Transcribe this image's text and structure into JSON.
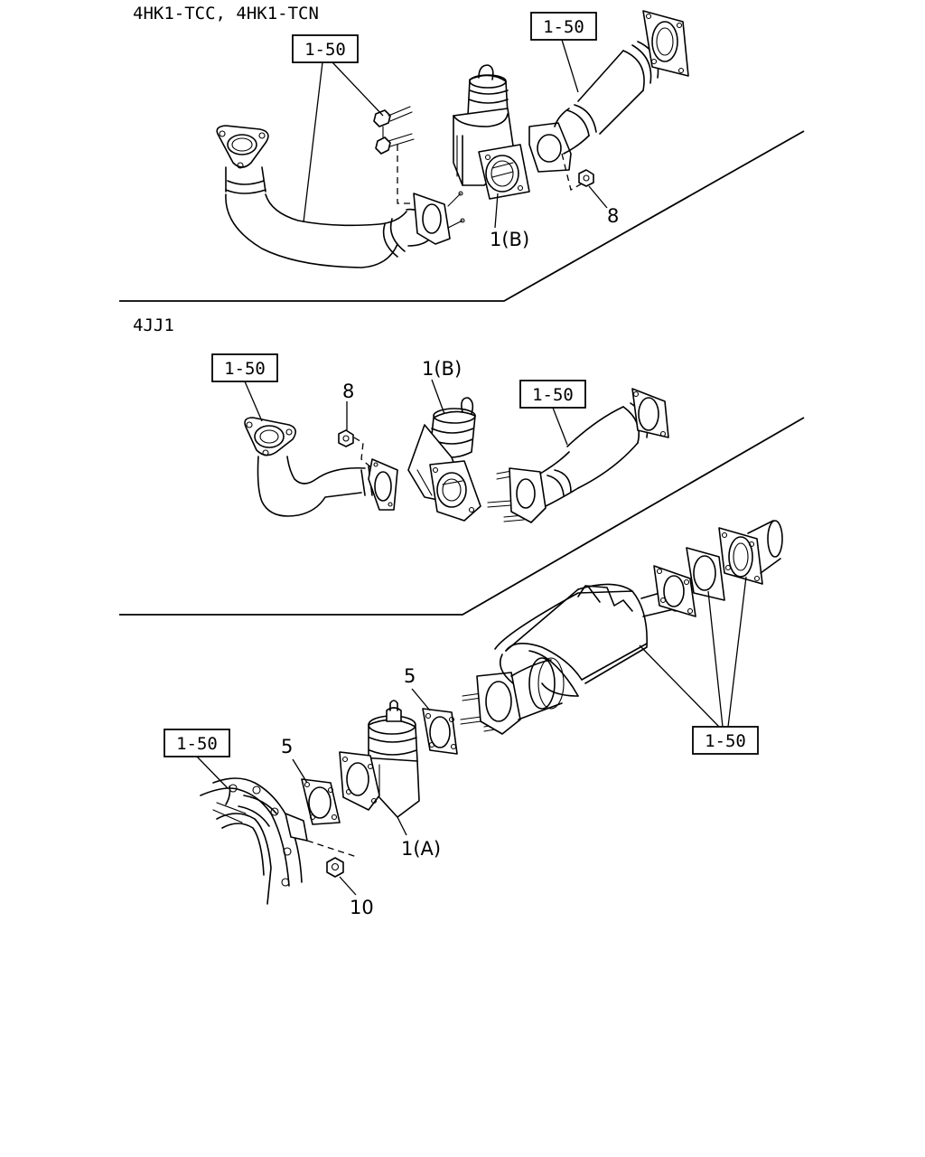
{
  "sections": {
    "top": {
      "title": "4HK1-TCC, 4HK1-TCN"
    },
    "middle": {
      "title": "4JJ1"
    }
  },
  "refs": {
    "top_left": "1-50",
    "top_right": "1-50",
    "mid_left": "1-50",
    "mid_right": "1-50",
    "bot_left": "1-50",
    "bot_right": "1-50"
  },
  "callouts": {
    "top_part_1b": "1(B)",
    "top_part_8": "8",
    "mid_part_8": "8",
    "mid_part_1b": "1(B)",
    "bot_part_5_upper": "5",
    "bot_part_5_lower": "5",
    "bot_part_1a": "1(A)",
    "bot_part_10": "10"
  }
}
